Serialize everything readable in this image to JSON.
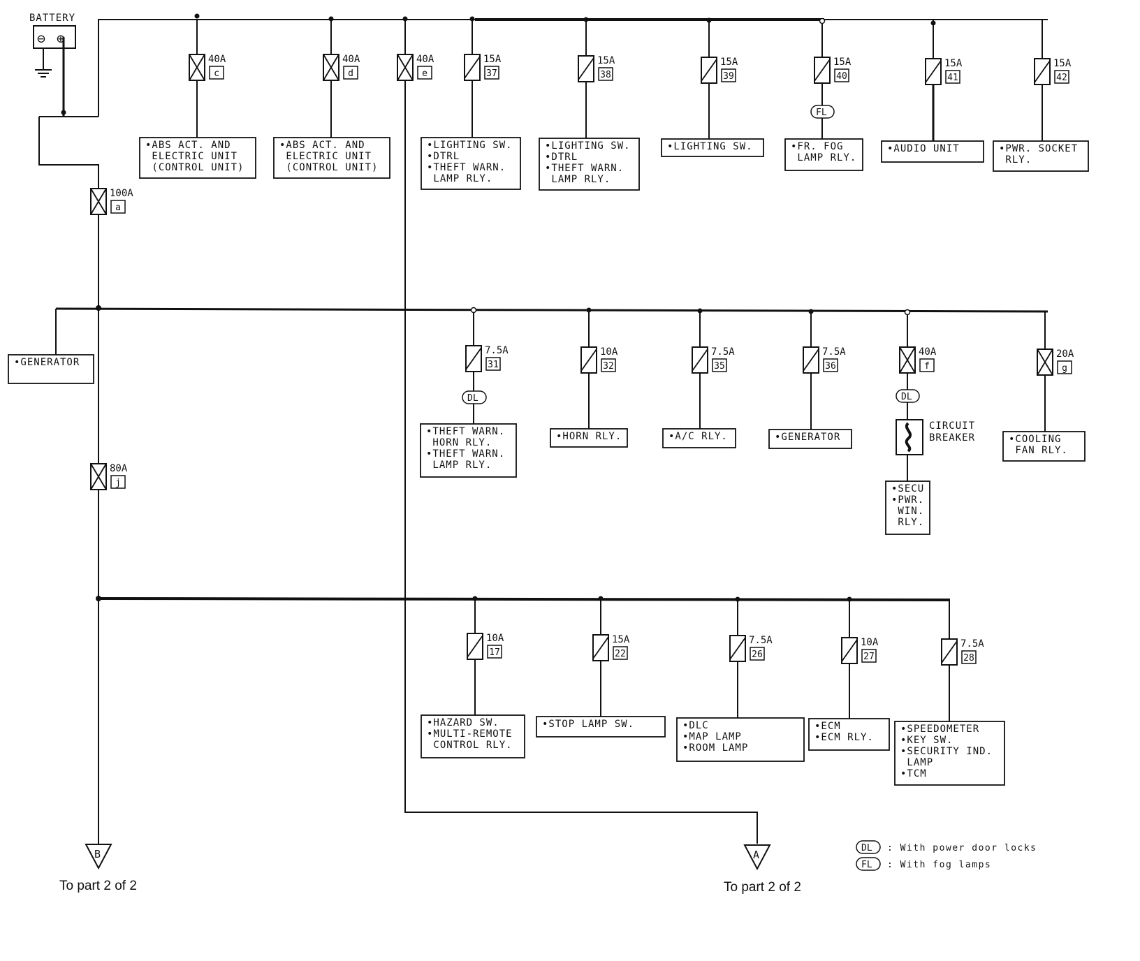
{
  "battery": {
    "label": "BATTERY",
    "neg_symbol": "⊖",
    "pos_symbol": "⊕"
  },
  "fuses": [
    {
      "key": "a",
      "amp": "100A",
      "id": "a",
      "type": "fusible"
    },
    {
      "key": "c",
      "amp": "40A",
      "id": "c",
      "type": "fusible"
    },
    {
      "key": "d",
      "amp": "40A",
      "id": "d",
      "type": "fusible"
    },
    {
      "key": "e",
      "amp": "40A",
      "id": "e",
      "type": "fusible"
    },
    {
      "key": "37",
      "amp": "15A",
      "id": "37",
      "type": "fuse"
    },
    {
      "key": "38",
      "amp": "15A",
      "id": "38",
      "type": "fuse"
    },
    {
      "key": "39",
      "amp": "15A",
      "id": "39",
      "type": "fuse"
    },
    {
      "key": "40",
      "amp": "15A",
      "id": "40",
      "type": "fuse"
    },
    {
      "key": "41",
      "amp": "15A",
      "id": "41",
      "type": "fuse"
    },
    {
      "key": "42",
      "amp": "15A",
      "id": "42",
      "type": "fuse"
    },
    {
      "key": "31",
      "amp": "7.5A",
      "id": "31",
      "type": "fuse"
    },
    {
      "key": "32",
      "amp": "10A",
      "id": "32",
      "type": "fuse"
    },
    {
      "key": "35",
      "amp": "7.5A",
      "id": "35",
      "type": "fuse"
    },
    {
      "key": "36",
      "amp": "7.5A",
      "id": "36",
      "type": "fuse"
    },
    {
      "key": "f",
      "amp": "40A",
      "id": "f",
      "type": "fusible"
    },
    {
      "key": "g",
      "amp": "20A",
      "id": "g",
      "type": "fusible"
    },
    {
      "key": "j",
      "amp": "80A",
      "id": "j",
      "type": "fusible"
    },
    {
      "key": "17",
      "amp": "10A",
      "id": "17",
      "type": "fuse"
    },
    {
      "key": "22",
      "amp": "15A",
      "id": "22",
      "type": "fuse"
    },
    {
      "key": "26",
      "amp": "7.5A",
      "id": "26",
      "type": "fuse"
    },
    {
      "key": "27",
      "amp": "10A",
      "id": "27",
      "type": "fuse"
    },
    {
      "key": "28",
      "amp": "7.5A",
      "id": "28",
      "type": "fuse"
    }
  ],
  "loads": [
    {
      "key": "c",
      "lines": [
        "•ABS ACT. AND",
        " ELECTRIC UNIT",
        " (CONTROL UNIT)"
      ]
    },
    {
      "key": "d",
      "lines": [
        "•ABS ACT. AND",
        " ELECTRIC UNIT",
        " (CONTROL UNIT)"
      ]
    },
    {
      "key": "37",
      "lines": [
        "•LIGHTING SW.",
        "•DTRL",
        "•THEFT WARN.",
        " LAMP RLY."
      ]
    },
    {
      "key": "38",
      "lines": [
        "•LIGHTING SW.",
        "•DTRL",
        "•THEFT WARN.",
        " LAMP RLY."
      ]
    },
    {
      "key": "39",
      "lines": [
        "•LIGHTING SW."
      ]
    },
    {
      "key": "40",
      "lines": [
        "•FR. FOG",
        " LAMP RLY."
      ]
    },
    {
      "key": "41",
      "lines": [
        "•AUDIO UNIT"
      ]
    },
    {
      "key": "42",
      "lines": [
        "•PWR. SOCKET",
        " RLY."
      ]
    },
    {
      "key": "gen1",
      "lines": [
        "•GENERATOR"
      ]
    },
    {
      "key": "31",
      "lines": [
        "•THEFT WARN.",
        " HORN RLY.",
        "•THEFT WARN.",
        " LAMP RLY."
      ]
    },
    {
      "key": "32",
      "lines": [
        "•HORN RLY."
      ]
    },
    {
      "key": "35",
      "lines": [
        "•A/C RLY."
      ]
    },
    {
      "key": "36",
      "lines": [
        "•GENERATOR"
      ]
    },
    {
      "key": "f",
      "lines": [
        "•SECU",
        "•PWR.",
        " WIN.",
        " RLY."
      ]
    },
    {
      "key": "g",
      "lines": [
        "•COOLING",
        " FAN RLY."
      ]
    },
    {
      "key": "17",
      "lines": [
        "•HAZARD SW.",
        "•MULTI-REMOTE",
        " CONTROL RLY."
      ]
    },
    {
      "key": "22",
      "lines": [
        "•STOP LAMP SW."
      ]
    },
    {
      "key": "26",
      "lines": [
        "•DLC",
        "•MAP LAMP",
        "•ROOM LAMP"
      ]
    },
    {
      "key": "27",
      "lines": [
        "•ECM",
        "•ECM RLY."
      ]
    },
    {
      "key": "28",
      "lines": [
        "•SPEEDOMETER",
        "•KEY SW.",
        "•SECURITY IND.",
        " LAMP",
        "•TCM"
      ]
    }
  ],
  "circuit_breaker": {
    "label_1": "CIRCUIT",
    "label_2": "BREAKER"
  },
  "option_tags": {
    "dl": "DL",
    "fl": "FL"
  },
  "connectors": {
    "b_letter": "B",
    "a_letter": "A",
    "b_text": "To part 2 of 2",
    "a_text": "To part 2 of 2"
  },
  "legend": {
    "dl_text": ": With power door locks",
    "fl_text": ": With fog lamps"
  }
}
